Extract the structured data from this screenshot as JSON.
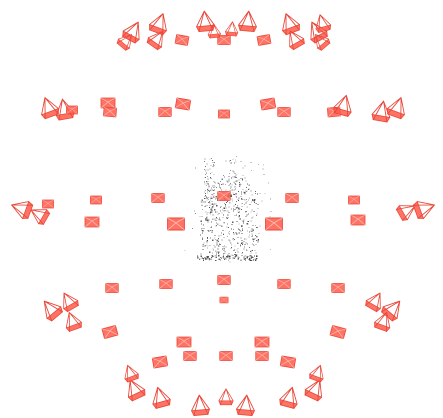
{
  "scene": {
    "background_color": "#ffffff",
    "camera_color": "#ff5a4a",
    "camera_edge_color": "#e8473a",
    "point_color": "#3a3a3a",
    "camera_rings": [
      {
        "ring": "top",
        "camera_count": 16
      },
      {
        "ring": "upper",
        "camera_count": 14
      },
      {
        "ring": "middle",
        "camera_count": 14
      },
      {
        "ring": "lower",
        "camera_count": 14
      },
      {
        "ring": "bottom",
        "camera_count": 16
      }
    ]
  }
}
